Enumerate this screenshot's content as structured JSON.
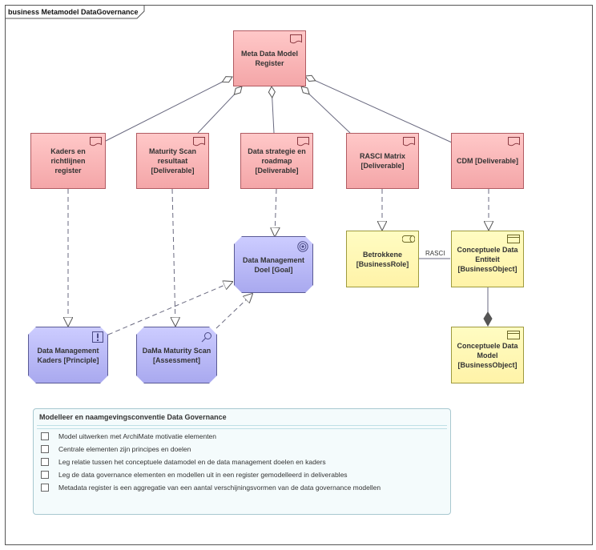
{
  "frame": {
    "title": "business Metamodel DataGovernance"
  },
  "nodes": {
    "register": {
      "label": "Meta Data Model\nRegister"
    },
    "kaders_rl": {
      "label": "Kaders en richtlijnen\nregister"
    },
    "maturity": {
      "label": "Maturity Scan\nresultaat\n[Deliverable]"
    },
    "strategie": {
      "label": "Data strategie en\nroadmap\n[Deliverable]"
    },
    "rasci": {
      "label": "RASCI Matrix\n[Deliverable]"
    },
    "cdm": {
      "label": "CDM [Deliverable]"
    },
    "goal": {
      "label": "Data Management\nDoel [Goal]"
    },
    "betrokkene": {
      "label": "Betrokkene\n[BusinessRole]"
    },
    "entiteit": {
      "label": "Conceptuele Data\nEntiteit\n[BusinessObject]"
    },
    "principle": {
      "label": "Data Management\nKaders [Principle]"
    },
    "assessment": {
      "label": "DaMa Maturity Scan\n[Assessment]"
    },
    "model": {
      "label": "Conceptuele Data\nModel\n[BusinessObject]"
    }
  },
  "relations": {
    "rasci_label": "RASCI"
  },
  "legend": {
    "title": "Modelleer en naamgevingsconventie Data Governance",
    "items": [
      "Model uitwerken met ArchiMate motivatie elementen",
      "Centrale elementen zijn principes en doelen",
      "Leg relatie tussen het conceptuele datamodel en de data management doelen en kaders",
      "Leg de data governance elementen en modellen uit in een register gemodelleerd in deliverables",
      "Metadata register is een aggregatie van een aantal verschijningsvormen van de data governance modellen"
    ]
  },
  "colors": {
    "deliverable": "#f4a6a8",
    "business": "#fff3a8",
    "motivation": "#a9a9ef",
    "line": "#6a6a80"
  }
}
